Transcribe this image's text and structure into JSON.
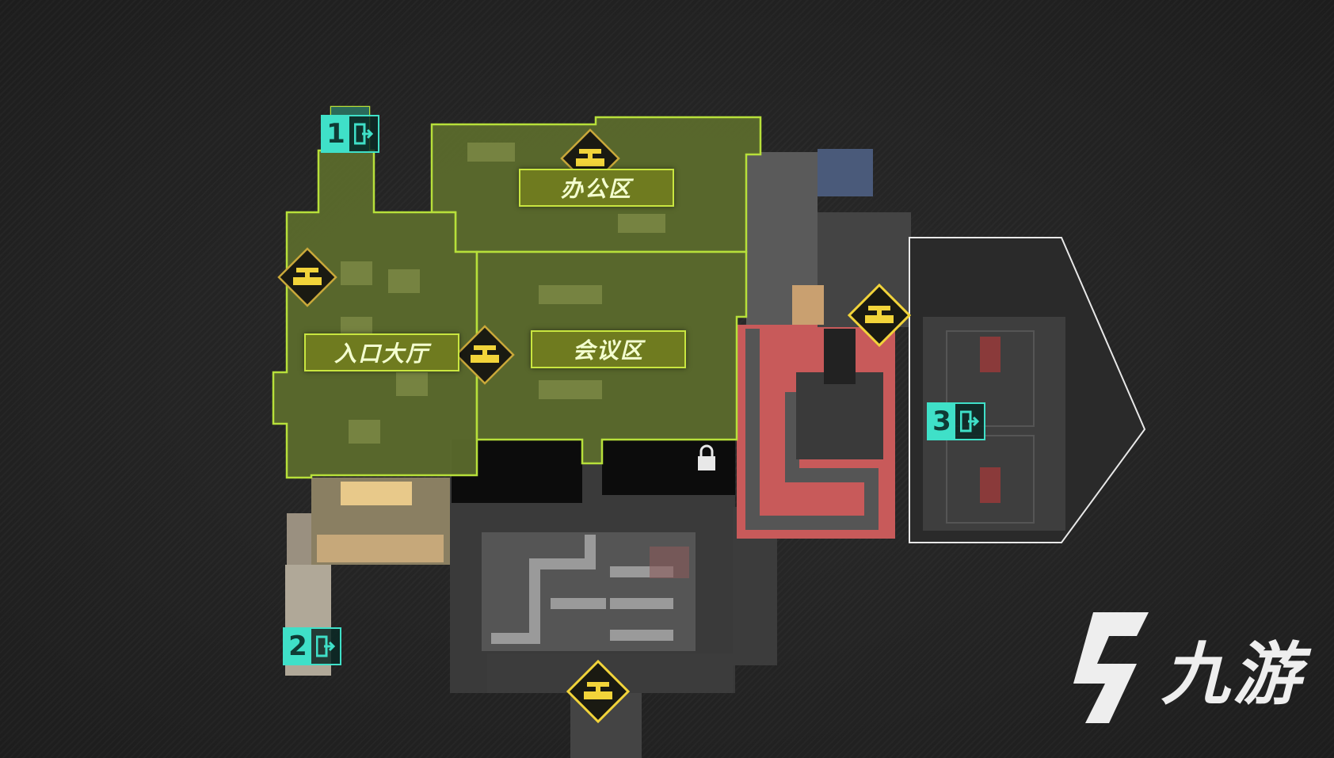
{
  "zones": {
    "office": "办公区",
    "lobby": "入口大厅",
    "meeting": "会议区"
  },
  "exits": [
    "1",
    "2",
    "3"
  ],
  "markers": {
    "valve_icon": "valve-icon",
    "lock_icon": "lock-icon",
    "exit_icon": "door-exit-icon"
  },
  "watermark": {
    "text": "九游"
  },
  "colors": {
    "background": "#262626",
    "zone_fill": "#6f7b1f",
    "zone_border": "#c9e640",
    "exit_accent": "#3fe0c8",
    "valve_yellow": "#f2d43a",
    "red_floor": "#c85a5a"
  }
}
